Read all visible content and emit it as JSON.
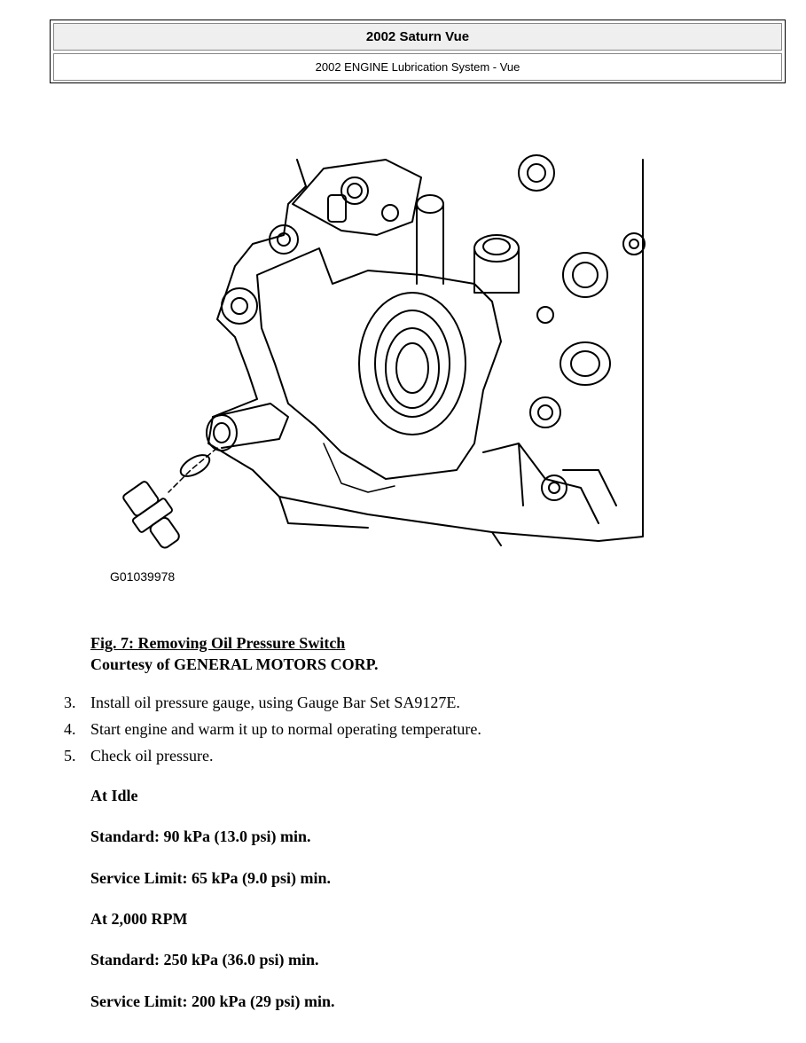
{
  "header": {
    "title": "2002 Saturn Vue",
    "subtitle": "2002 ENGINE Lubrication System - Vue"
  },
  "figure": {
    "id": "G01039978",
    "caption_title": "Fig. 7: Removing Oil Pressure Switch",
    "caption_courtesy": "Courtesy of GENERAL MOTORS CORP."
  },
  "steps": [
    {
      "num": "3.",
      "text": "Install oil pressure gauge, using Gauge Bar Set SA9127E."
    },
    {
      "num": "4.",
      "text": "Start engine and warm it up to normal operating temperature."
    },
    {
      "num": "5.",
      "text": "Check oil pressure."
    }
  ],
  "specs": {
    "idle_heading": "At Idle",
    "idle_standard": "Standard: 90 kPa (13.0 psi) min.",
    "idle_limit": "Service Limit: 65 kPa (9.0 psi) min.",
    "rpm_heading": "At 2,000 RPM",
    "rpm_standard": "Standard: 250 kPa (36.0 psi) min.",
    "rpm_limit": "Service Limit: 200 kPa (29 psi) min."
  }
}
